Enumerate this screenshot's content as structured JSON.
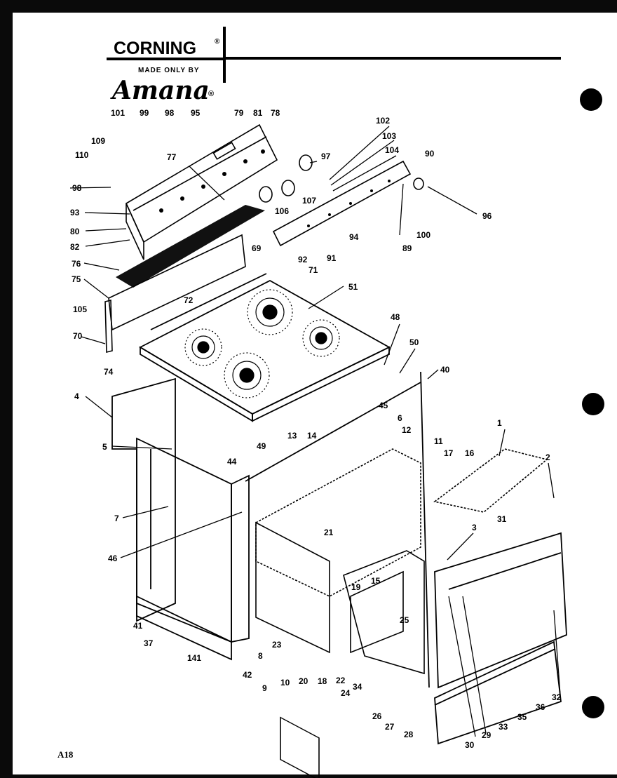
{
  "brand": {
    "corning": "CORNING",
    "reg_mark": "®",
    "made_by": "MADE ONLY BY",
    "amana": "Amana",
    "amana_reg": "®"
  },
  "page_id": "A18",
  "part_numbers": [
    "101",
    "99",
    "98",
    "95",
    "79",
    "81",
    "78",
    "109",
    "110",
    "98",
    "77",
    "97",
    "102",
    "103",
    "104",
    "90",
    "96",
    "107",
    "106",
    "93",
    "80",
    "82",
    "100",
    "94",
    "89",
    "91",
    "92",
    "69",
    "71",
    "76",
    "75",
    "72",
    "51",
    "105",
    "70",
    "74",
    "48",
    "50",
    "40",
    "4",
    "45",
    "6",
    "12",
    "11",
    "13",
    "14",
    "17",
    "16",
    "1",
    "2",
    "5",
    "44",
    "7",
    "49",
    "46",
    "21",
    "3",
    "31",
    "15",
    "19",
    "25",
    "41",
    "37",
    "141",
    "42",
    "8",
    "23",
    "9",
    "10",
    "20",
    "18",
    "22",
    "24",
    "34",
    "26",
    "27",
    "28",
    "30",
    "29",
    "33",
    "35",
    "36",
    "32"
  ]
}
